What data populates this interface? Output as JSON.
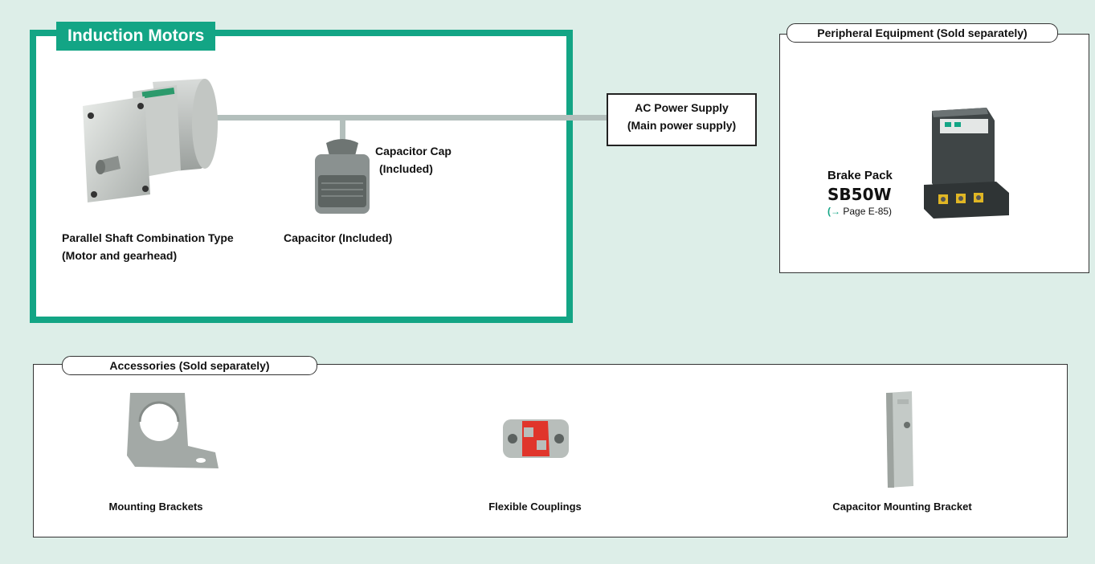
{
  "induction_motors": {
    "title": "Induction Motors",
    "motor_label_line1": "Parallel Shaft Combination Type",
    "motor_label_line2": "(Motor and gearhead)",
    "capacitor_cap_line1": "Capacitor Cap",
    "capacitor_cap_line2": "(Included)",
    "capacitor_label": "Capacitor (Included)"
  },
  "power_supply": {
    "line1": "AC Power Supply",
    "line2": "(Main power supply)"
  },
  "peripheral": {
    "title": "Peripheral Equipment (Sold separately)",
    "brake_pack_name": "Brake Pack",
    "brake_pack_model": "SB50W",
    "brake_pack_page_arrow": "(→",
    "brake_pack_page_ref": "Page E-85)"
  },
  "accessories": {
    "title": "Accessories (Sold separately)",
    "items": [
      {
        "label": "Mounting Brackets",
        "icon": "mounting-bracket-icon"
      },
      {
        "label": "Flexible Couplings",
        "icon": "flexible-coupling-icon"
      },
      {
        "label": "Capacitor Mounting Bracket",
        "icon": "capacitor-mounting-bracket-icon"
      }
    ]
  },
  "colors": {
    "background": "#ddeee8",
    "accent_green": "#13a585",
    "cable_gray": "#b3bfbc",
    "coupling_red": "#e0352b"
  }
}
